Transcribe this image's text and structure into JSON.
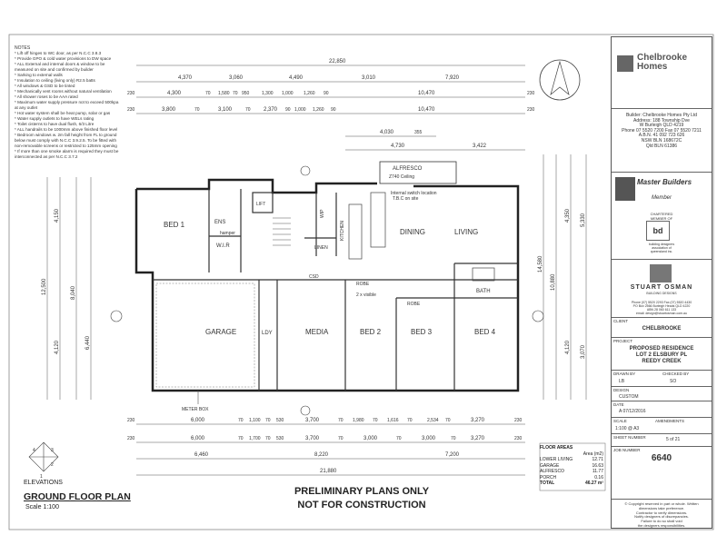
{
  "notes": {
    "title": "NOTES",
    "items": [
      "* Lift off hinges to WC door, as per N.C.C 3.8.3",
      "* Provide GPO & cold water provisions to DW space",
      "* ALL External and internal doors & window to be",
      "  measured on site and confirmed by builder",
      "* Sarking to external walls",
      "* Insulation to ceiling (living only) R2.5 batts",
      "* All windows & GSD to be tinted",
      "* Mechanically vent rooms without natural ventilation",
      "* All shower roses to be AAA rated",
      "* Maximum water supply pressure not to exceed 500kpa",
      "  at any outlet",
      "* Hot water system shall be heat pump, solar or gas",
      "* Water supply outlets to have WELs rating",
      "* Toilet cisterns to have dual flush, 6/3 Litre",
      "* ALL handrails to be 1000mm above finished floor level",
      "* Bedroom windows w. 2m fall height from FL to ground",
      "  below must comply with N.C.C 3.9.2.5. To be fitted with",
      "  non-removable screens or restricted to 125mm opening",
      "* If more than one smoke alarm is required they must be",
      "  interconnected as per N.C.C 3.7.2"
    ]
  },
  "dimensions": {
    "top_overall": "22,850",
    "top_row1": [
      "4,370",
      "3,060",
      "4,490",
      "3,010",
      "7,920"
    ],
    "top_row2": [
      "230",
      "4,300",
      "70",
      "1,580",
      "70",
      "950",
      "1,300",
      "1,000",
      "1,260",
      "90",
      "10,470",
      "230"
    ],
    "top_row3": [
      "230",
      "3,800",
      "70",
      "3,100",
      "70",
      "2,370",
      "90",
      "1,000",
      "1,260",
      "90",
      "10,470",
      "230"
    ],
    "top_row4": [
      "4,030",
      "355"
    ],
    "top_row5": [
      "4,730",
      "3,422"
    ],
    "bottom_row1": [
      "230",
      "6,000",
      "70",
      "1,100",
      "70",
      "530",
      "3,700",
      "70",
      "1,980",
      "70",
      "1,616",
      "70",
      "2,534",
      "70",
      "3,270",
      "230"
    ],
    "bottom_row2": [
      "230",
      "6,000",
      "70",
      "1,700",
      "70",
      "530",
      "3,700",
      "70",
      "3,000",
      "70",
      "3,000",
      "70",
      "3,270",
      "230"
    ],
    "bottom_row3": [
      "6,460",
      "8,220",
      "7,200"
    ],
    "bottom_overall": "21,880",
    "left_overall": "12,500",
    "left_a": "4,150",
    "left_b": "4,120",
    "left_c": "8,040",
    "left_d": "6,440",
    "right_overall": "14,580",
    "right_a": "10,880",
    "right_b": "4,350",
    "right_c": "5,330",
    "right_d": "4,120",
    "right_e": "3,070"
  },
  "rooms": {
    "alfresco": "ALFRESCO",
    "alfresco_ceiling": "Z740 Ceiling",
    "bed1": "BED 1",
    "ens": "ENS",
    "wir": "W.I.R",
    "lift": "LIFT",
    "wip": "WIP",
    "kitchen": "KITCHEN",
    "dining": "DINING",
    "living": "LIVING",
    "linen": "LINEN",
    "garage": "GARAGE",
    "ldy": "LDY",
    "media": "MEDIA",
    "bed2": "BED 2",
    "bed3": "BED 3",
    "bed4": "BED 4",
    "bath": "BATH",
    "robe": "ROBE",
    "hamper": "hamper",
    "csd": "CSD",
    "meter_box": "METER BOX"
  },
  "plan_notes": {
    "internal_switch": "Internal switch location",
    "tbc": "T.B.C on site",
    "visible": "2 x visible"
  },
  "elevations_label": "ELEVATIONS",
  "compass": [
    "4",
    "3",
    "2",
    "1"
  ],
  "plan_title": "GROUND FLOOR PLAN",
  "plan_scale": "Scale 1:100",
  "prelim_1": "PRELIMINARY PLANS ONLY",
  "prelim_2": "NOT FOR CONSTRUCTION",
  "floor_areas": {
    "title": "FLOOR AREAS",
    "unit": "Area (m2)",
    "rows": [
      {
        "name": "LOWER LIVING",
        "value": "12.71"
      },
      {
        "name": "GARAGE",
        "value": "16.63"
      },
      {
        "name": "ALFRESCO",
        "value": "11.77"
      },
      {
        "name": "PORCH",
        "value": "0.16"
      }
    ],
    "total_label": "TOTAL",
    "total_value": "46.27 m²"
  },
  "title_block": {
    "brand": "Chelbrooke Homes",
    "builder_lines": [
      "Builder: Chelbrooke Homes Pty Ltd",
      "Address: 188 Township Dve",
      "W Burleigh QLD 4219",
      "Phone 07 5520 7200 Fax 07 5520 7211",
      "A.B.N. 41 092 723 626",
      "NSW BLN 168672C",
      "Qld BLN 61386"
    ],
    "master_builders": "Master Builders",
    "member": "Member",
    "chartered": "CHARTERED",
    "member_of": "MEMBER OF",
    "bd_logo": "bd",
    "bd_lines": [
      "building designers",
      "association of",
      "queensland inc."
    ],
    "stuart_osman": "STUART OSMAN",
    "building_designs": "BUILDING DESIGNS",
    "contact_lines": [
      "Phone (07) 5520 2293  Fax (07) 5520 4430",
      "PO Box 2566 Burleigh Heads QLD 4220",
      "ABN 28 060 611 133",
      "email: design@stuartosman.com.au"
    ],
    "client_label": "CLIENT",
    "client": "CHELBROOKE",
    "project_label": "PROJECT",
    "project_lines": [
      "PROPOSED RESIDENCE",
      "LOT 2 ELSBURY PL",
      "REEDY CREEK"
    ],
    "drawn_by_label": "DRAWN BY",
    "drawn_by": "LB",
    "checked_by_label": "CHECKED BY",
    "checked_by": "SO",
    "design_label": "DESIGN",
    "design": "CUSTOM",
    "date_label": "DATE",
    "date": "A 07/12/2016",
    "scale_label": "SCALE",
    "scale": "1:100 @ A3",
    "amendments_label": "AMENDMENTS",
    "sheet_label": "SHEET NUMBER",
    "sheet": "5 of 21",
    "job_label": "JOB NUMBER",
    "job_number": "6640",
    "copyright_lines": [
      "© Copyright reserved in part or whole. Written",
      "dimensions take preference.",
      "Contractor to verify dimensions.",
      "Notify designers of discrepancies.",
      "Failure to do so shall void",
      "the designers responsibilities."
    ]
  }
}
